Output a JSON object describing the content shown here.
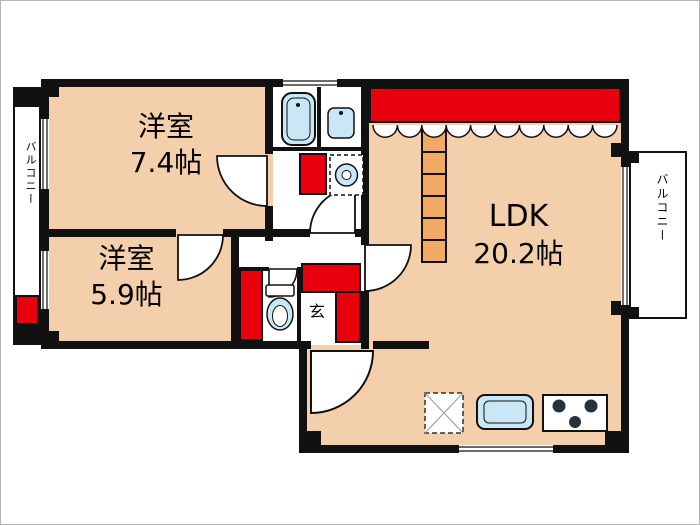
{
  "floorplan": {
    "rooms": [
      {
        "label": "洋室",
        "size": "7.4帖"
      },
      {
        "label": "洋室",
        "size": "5.9帖"
      },
      {
        "label": "LDK",
        "size": "20.2帖"
      }
    ],
    "entrance_label": "玄",
    "balcony_left_label": "バルコニー",
    "balcony_right_label": "バルコニー",
    "colors": {
      "floor": "#f4cfab",
      "accent_red": "#e8000e",
      "wall": "#111111",
      "fixture_blue": "#c9e7f4",
      "storage_orange": "#f2a964"
    }
  }
}
